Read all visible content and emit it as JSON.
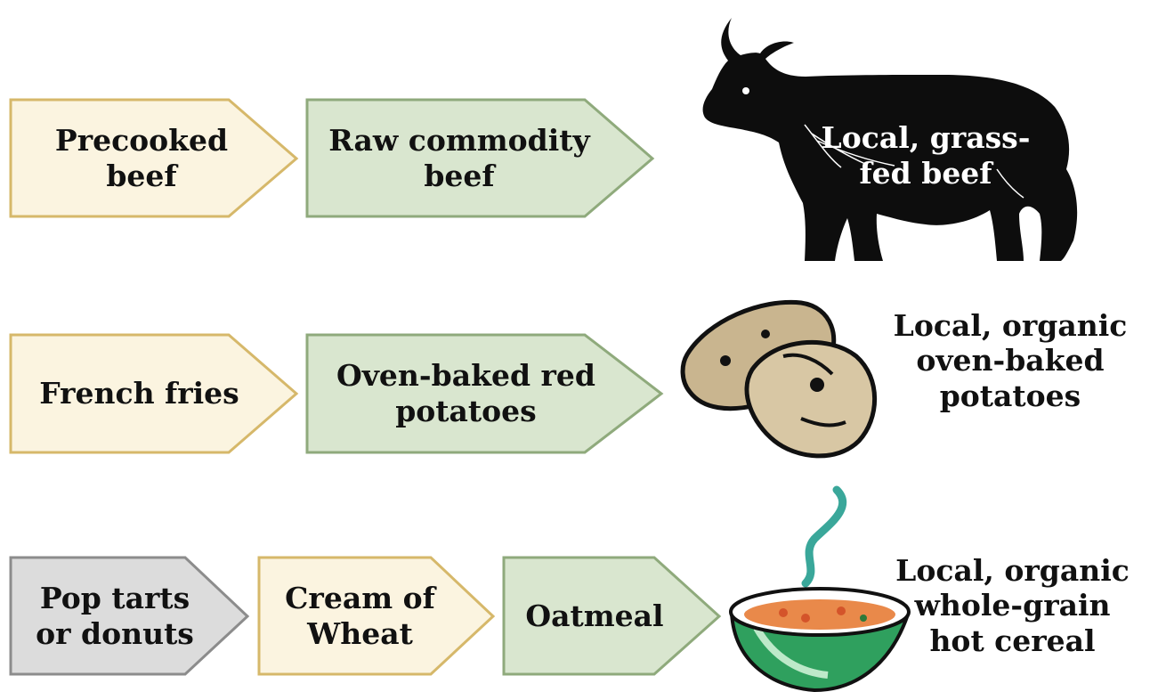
{
  "rows": [
    {
      "steps": [
        {
          "label": "Precooked\nbeef",
          "fill": "#fbf4e0",
          "stroke": "#d6b86a"
        },
        {
          "label": "Raw commodity\nbeef",
          "fill": "#d9e6cf",
          "stroke": "#8faa7c"
        }
      ],
      "goal": {
        "label": "Local, grass-\nfed beef",
        "icon": "cow-icon"
      }
    },
    {
      "steps": [
        {
          "label": "French fries",
          "fill": "#fbf4e0",
          "stroke": "#d6b86a"
        },
        {
          "label": "Oven-baked red\npotatoes",
          "fill": "#d9e6cf",
          "stroke": "#8faa7c"
        }
      ],
      "goal": {
        "label": "Local, organic\noven-baked\npotatoes",
        "icon": "potatoes-icon"
      }
    },
    {
      "steps": [
        {
          "label": "Pop tarts\nor donuts",
          "fill": "#dcdcdc",
          "stroke": "#8c8c8c"
        },
        {
          "label": "Cream of\nWheat",
          "fill": "#fbf4e0",
          "stroke": "#d6b86a"
        },
        {
          "label": "Oatmeal",
          "fill": "#d9e6cf",
          "stroke": "#8faa7c"
        }
      ],
      "goal": {
        "label": "Local, organic\n   whole-grain\nhot cereal",
        "icon": "cereal-bowl-icon"
      }
    }
  ]
}
